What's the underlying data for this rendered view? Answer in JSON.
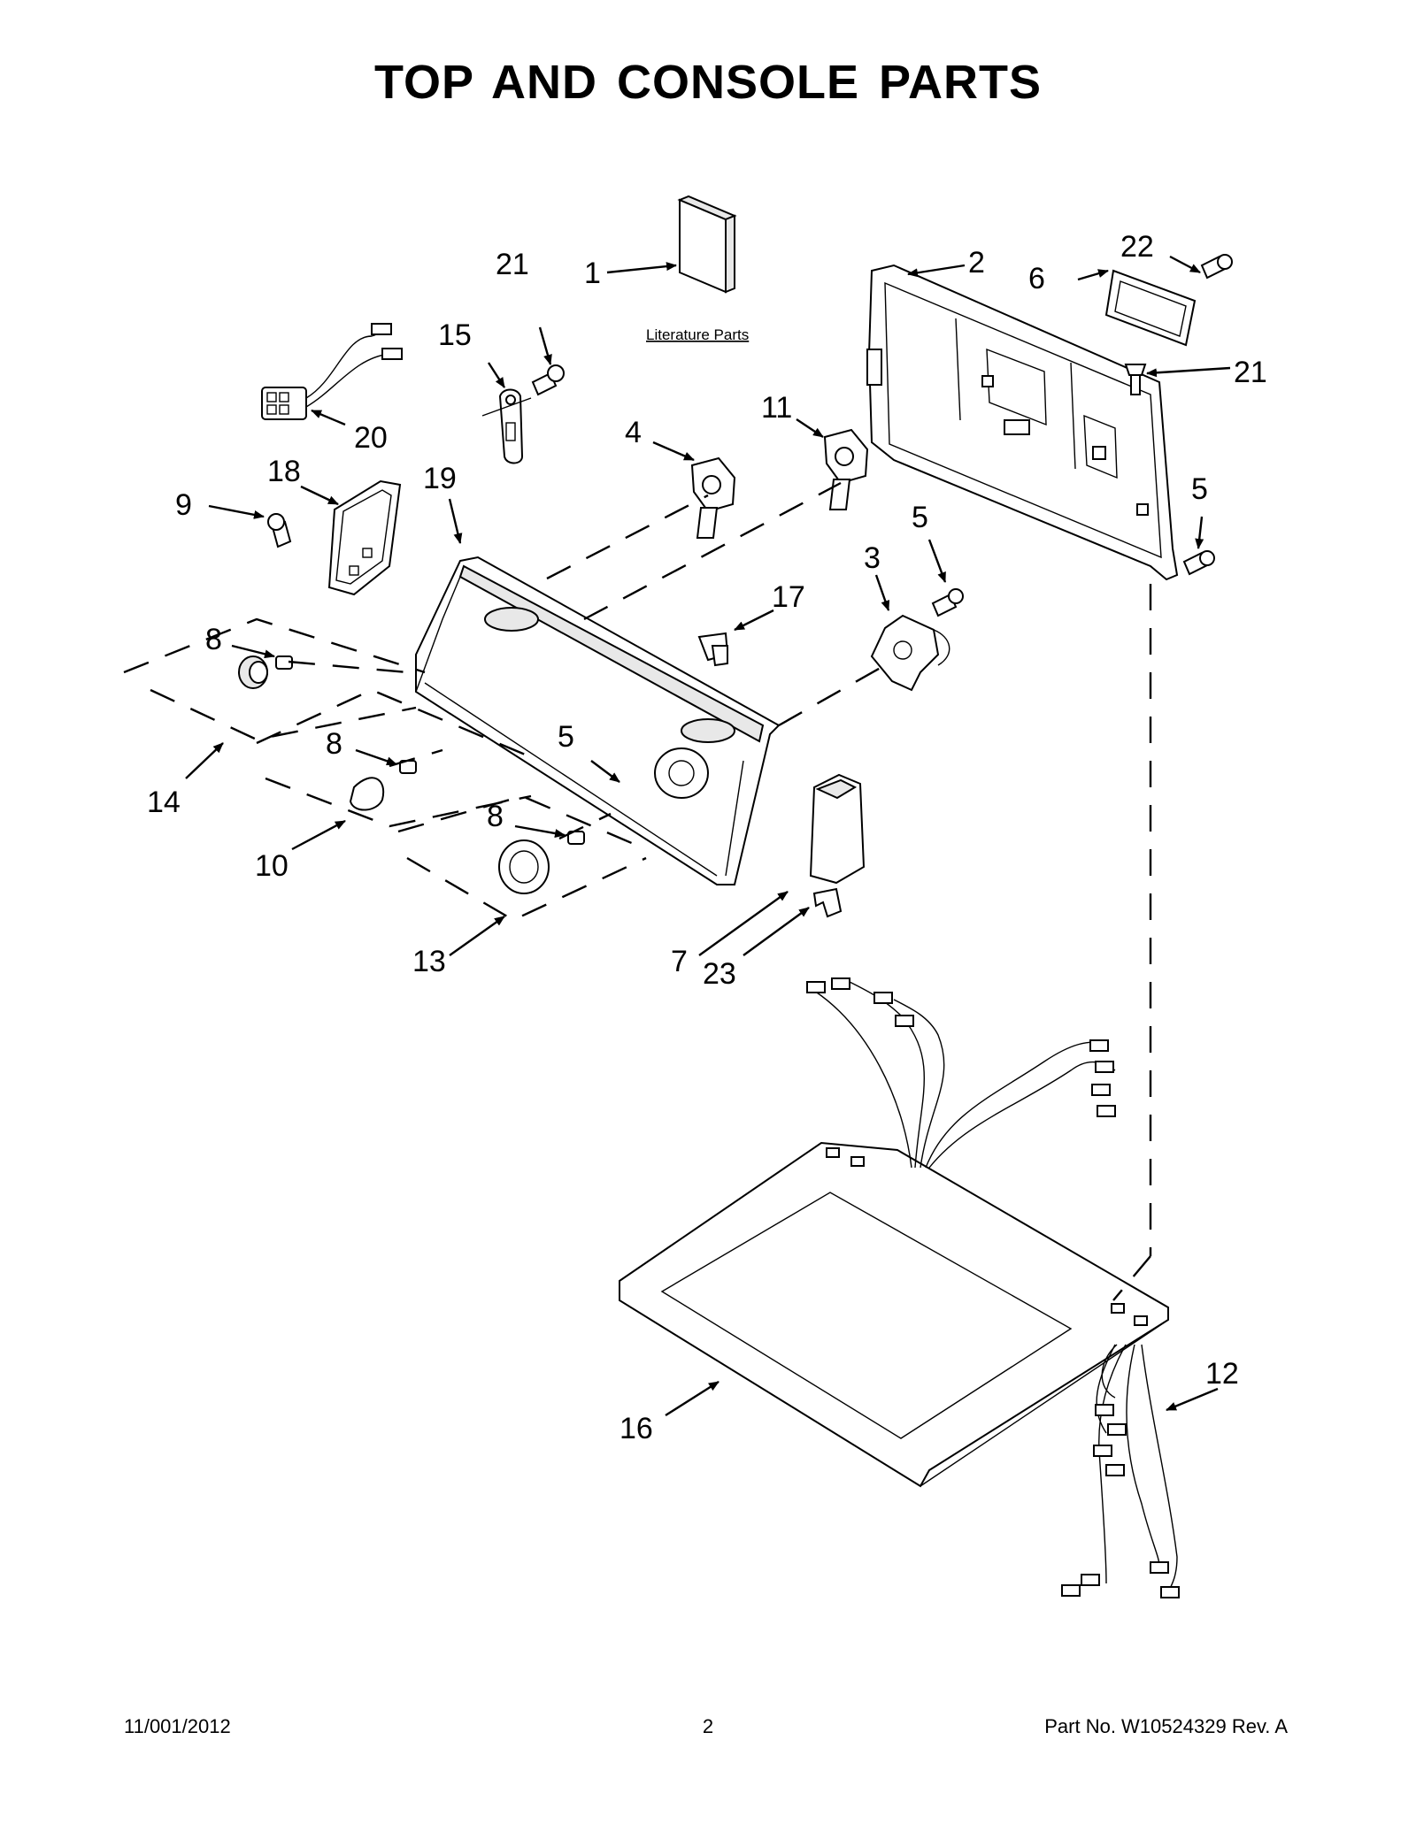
{
  "page": {
    "title": "TOP AND CONSOLE PARTS",
    "literature_label": "Literature Parts"
  },
  "callouts": [
    "1",
    "2",
    "21",
    "15",
    "22",
    "6",
    "21",
    "20",
    "4",
    "11",
    "18",
    "19",
    "9",
    "5",
    "3",
    "5",
    "17",
    "8",
    "14",
    "8",
    "5",
    "8",
    "10",
    "13",
    "7",
    "23",
    "12",
    "16"
  ],
  "footer": {
    "date": "11/001/2012",
    "page_number": "2",
    "part_no": "Part No.  W10524329  Rev.  A"
  }
}
